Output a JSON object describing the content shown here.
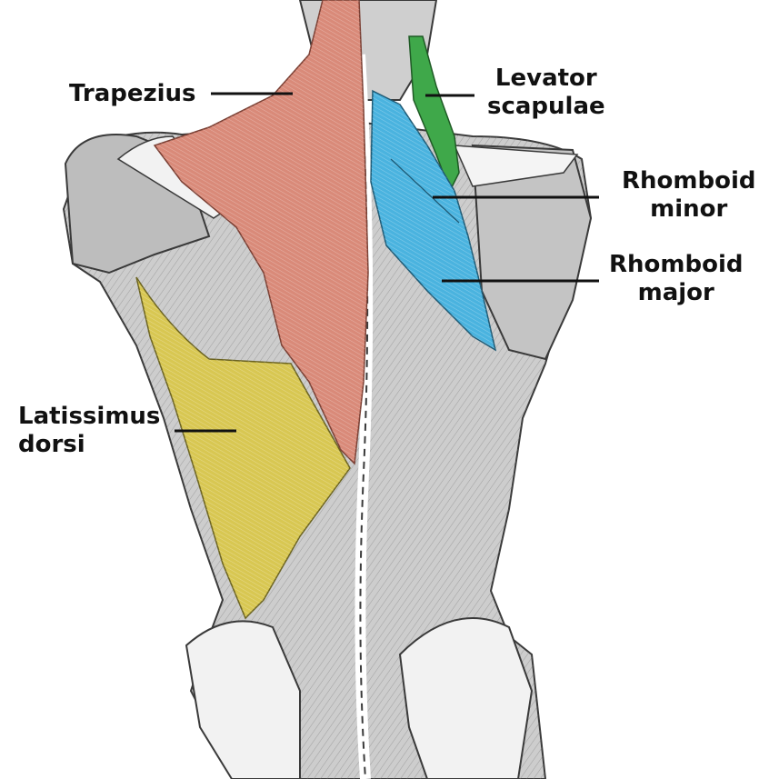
{
  "labels": {
    "trapezius": "Trapezius",
    "levator_scapulae": [
      "Levator",
      "scapulae"
    ],
    "rhomboid_minor": [
      "Rhomboid",
      "minor"
    ],
    "rhomboid_major": [
      "Rhomboid",
      "major"
    ],
    "latissimus_dorsi": [
      "Latissimus",
      "dorsi"
    ]
  },
  "colors": {
    "trapezius": "#d98a79",
    "levator_scapulae": "#3fa84a",
    "rhomboids": "#4ab3df",
    "latissimus_dorsi": "#d8c752",
    "muscle_base": "#c9c9c9",
    "outline": "#3a3a3a",
    "leader_line": "#111111"
  }
}
